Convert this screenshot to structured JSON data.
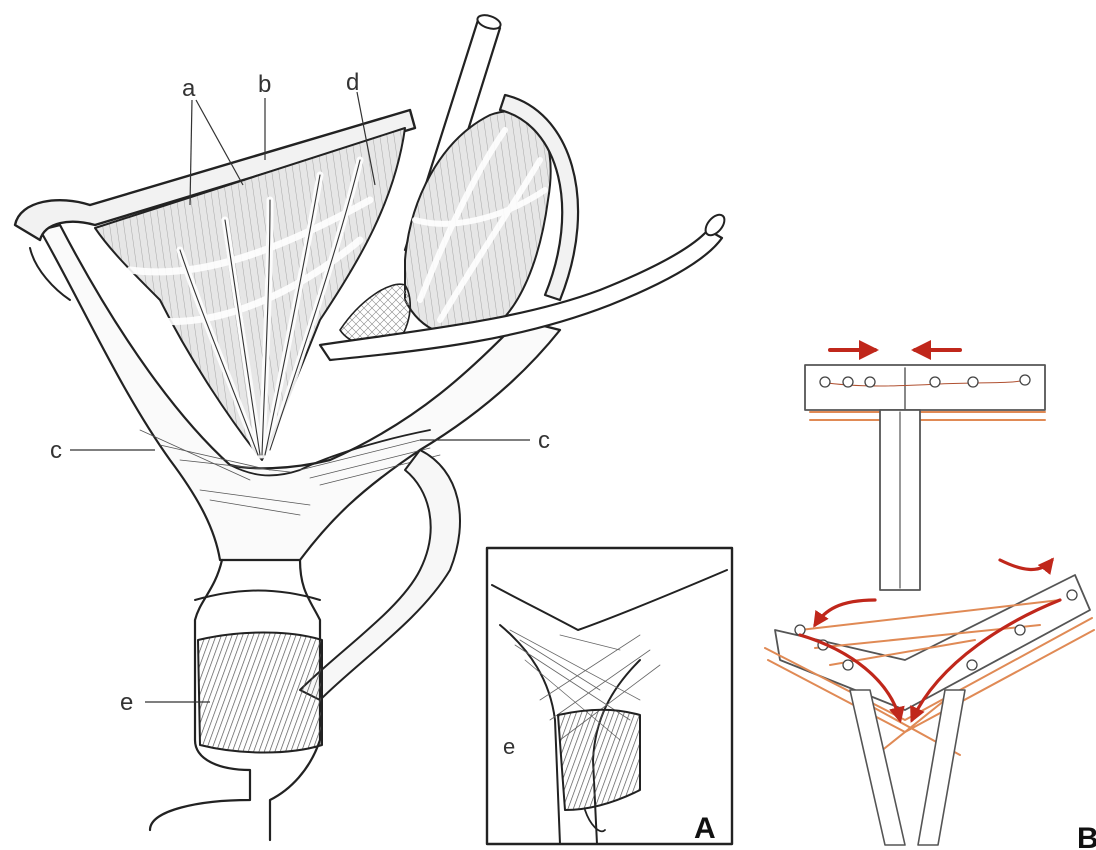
{
  "figure": {
    "main_labels": {
      "a": "a",
      "b": "b",
      "d": "d",
      "c_left": "c",
      "c_right": "c",
      "e": "e"
    },
    "inset_label_e": "e",
    "panel_A": "A",
    "panel_B": "B"
  },
  "colors": {
    "ink": "#222222",
    "shade": "#9a9a9a",
    "muscle_fill": "#d9d9d9",
    "suture": "#e08a55",
    "arrow": "#c0271b"
  }
}
